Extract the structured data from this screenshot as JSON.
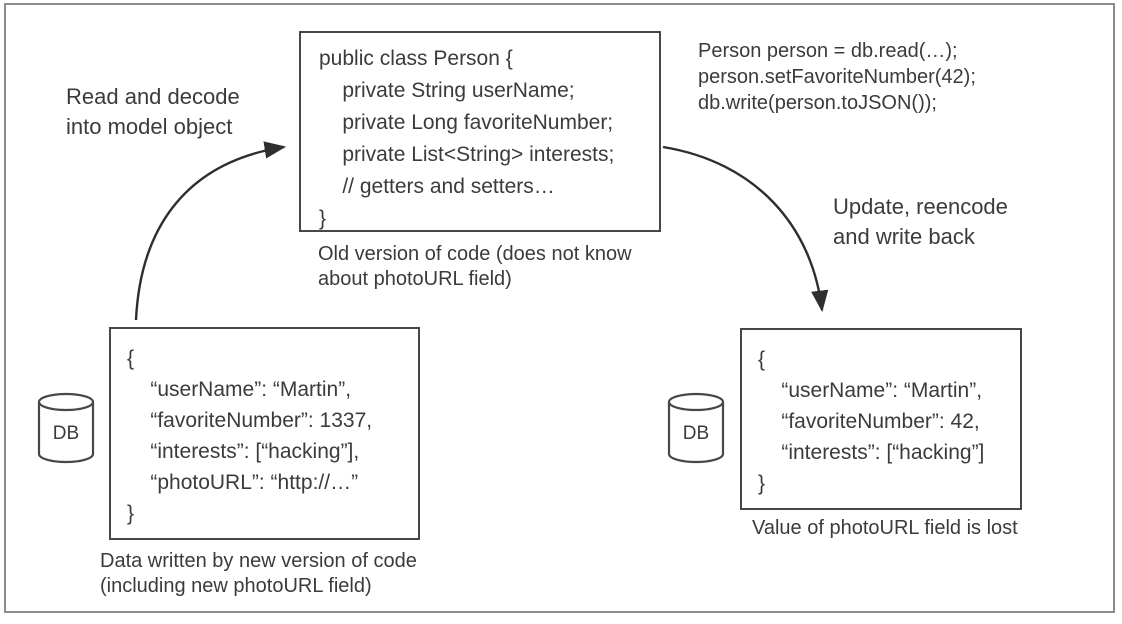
{
  "colors": {
    "text": "#3b3b3b",
    "box_border": "#474747",
    "frame_border": "#8c8c8c",
    "arrow": "#2e2e2e"
  },
  "flow": {
    "read_label": "Read and decode\ninto model object",
    "update_label": "Update, reencode\nand write back"
  },
  "old_code_box": {
    "code": "public class Person {\n    private String userName;\n    private Long favoriteNumber;\n    private List<String> interests;\n    // getters and setters…\n}",
    "caption": "Old version of code (does not know\nabout photoURL field)"
  },
  "update_code": "Person person = db.read(…);\nperson.setFavoriteNumber(42);\ndb.write(person.toJSON());",
  "db_left": {
    "label": "DB",
    "json": "{\n    “userName”: “Martin”,\n    “favoriteNumber”: 1337,\n    “interests”: [“hacking”],\n    “photoURL”: “http://…”\n}",
    "caption": "Data written by new version of code\n(including new photoURL field)"
  },
  "db_right": {
    "label": "DB",
    "json": "{\n    “userName”: “Martin”,\n    “favoriteNumber”: 42,\n    “interests”: [“hacking”]\n}",
    "caption": "Value of photoURL field is lost"
  }
}
